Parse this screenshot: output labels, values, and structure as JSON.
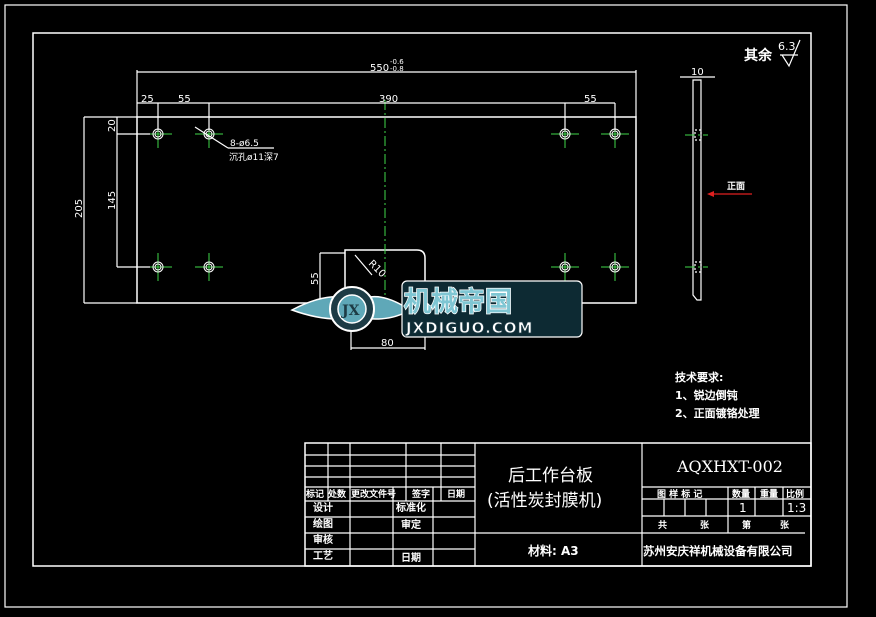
{
  "drawing": {
    "surface_finish": {
      "label": "其余",
      "value": "6.3"
    },
    "dimensions": {
      "overall_length": "550",
      "tol_upper": "-0.6",
      "tol_lower": "-0.8",
      "edge_offset_x": "25",
      "hole_pitch_left": "55",
      "hole_span_center": "390",
      "hole_pitch_right": "55",
      "edge_offset_y": "20",
      "hole_pitch_y": "145",
      "overall_height": "205",
      "notch_depth": "55",
      "notch_width": "80",
      "notch_radius": "R10",
      "thickness": "10"
    },
    "hole_callout": {
      "line1": "8-ø6.5",
      "line2": "沉孔ø11深7"
    },
    "side_view_label": "正面",
    "colors": {
      "centerline": "#3fd94a",
      "outline": "#ffffff",
      "arrow": "#e02020",
      "background": "#000000"
    }
  },
  "watermark": {
    "cn": "机械帝国",
    "en": "JXDIGUO.COM",
    "badge": "JX"
  },
  "tech_requirements": {
    "title": "技术要求:",
    "items": [
      "1、锐边倒钝",
      "2、正面镀铬处理"
    ]
  },
  "title_block": {
    "revision_header": [
      "标记",
      "处数",
      "更改文件号",
      "签字",
      "日期"
    ],
    "roles": {
      "design": "设计",
      "drawing": "绘图",
      "review": "审核",
      "process": "工艺",
      "standard": "标准化",
      "approve": "审定",
      "date": "日期"
    },
    "part_name": "后工作台板",
    "machine_name": "(活性炭封膜机)",
    "material": "材料: A3",
    "drawing_number": "AQXHXT-002",
    "headers": {
      "stage_mark": "图 样 标 记",
      "quantity": "数量",
      "weight": "重量",
      "scale": "比例"
    },
    "values": {
      "quantity": "1",
      "weight": "",
      "scale": "1:3"
    },
    "sheet": {
      "total": "共",
      "sheets1": "张",
      "nth": "第",
      "sheets2": "张"
    },
    "company": "苏州安庆祥机械设备有限公司"
  }
}
